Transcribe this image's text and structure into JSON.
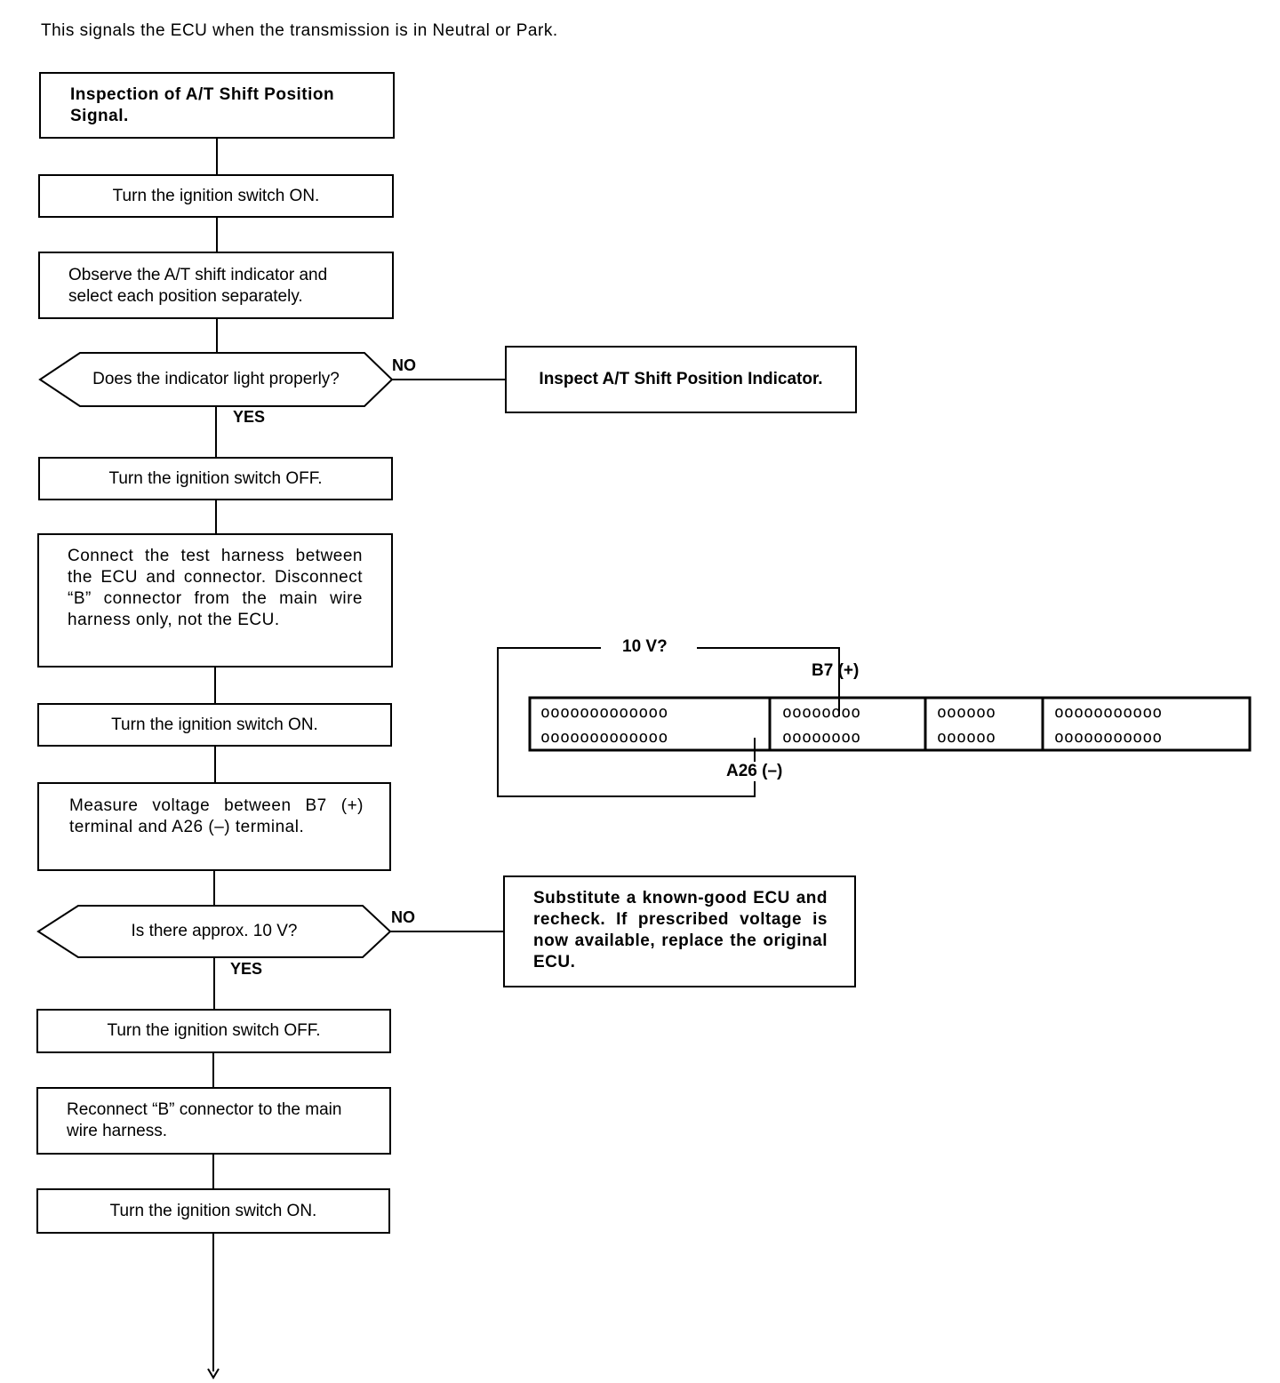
{
  "intro": "This signals the ECU when the transmission is in Neutral or Park.",
  "steps": {
    "s1": "Inspection of A/T Shift Position Signal.",
    "s2": "Turn the ignition switch ON.",
    "s3": "Observe the A/T shift indicator and select each position separately.",
    "d1": "Does the indicator light properly?",
    "s4": "Turn the ignition switch OFF.",
    "s5": "Connect the test harness between the ECU and connector. Disconnect “B” connector from the main wire harness only, not the ECU.",
    "s6": "Turn the ignition switch ON.",
    "s7": "Measure voltage between B7 (+) terminal and A26 (–) terminal.",
    "d2": "Is there approx. 10 V?",
    "s8": "Turn the ignition switch OFF.",
    "s9": "Reconnect “B” connector to the main wire harness.",
    "s10": "Turn the ignition switch ON."
  },
  "branches": {
    "no1": "NO",
    "yes1": "YES",
    "no2": "NO",
    "yes2": "YES",
    "r1": "Inspect A/T Shift Position Indicator.",
    "r2": "Substitute a known-good ECU and recheck. If prescribed voltage is now available, replace the original ECU."
  },
  "connector": {
    "voltage_label": "10 V?",
    "plus_label": "B7 (+)",
    "minus_label": "A26 (–)",
    "pin_rows": [
      [
        "ooooooooooooo",
        "oooooooo",
        "oooooo",
        "ooooooooooo"
      ],
      [
        "ooooooooooooo",
        "oooooooo",
        "oooooo",
        "ooooooooooo"
      ]
    ]
  }
}
